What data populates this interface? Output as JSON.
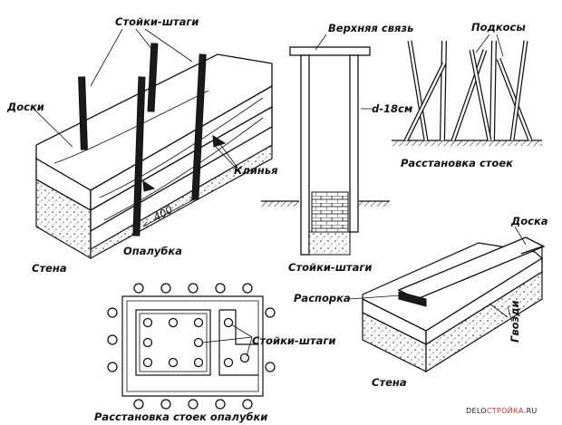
{
  "labels": {
    "stoiki_top": "Стойки-штаги",
    "doski_left": "Доски",
    "klinya": "Клинья",
    "dim_400": "400",
    "opalubka": "Опалубка",
    "stena_left": "Стена",
    "verkhnyaya_svyaz": "Верхняя связь",
    "d18": "d-18см",
    "stoiki_mid": "Стойки-штаги",
    "podkosy": "Подкосы",
    "rasstanovka_stoek": "Расстановка стоек",
    "doska_right": "Доска",
    "rasporka": "Распорка",
    "gvozdi": "Гвозди",
    "stena_right": "Стена",
    "stoiki_bottom": "Стойки-штаги",
    "rasstanovka_opalubki": "Расстановка стоек опалубки"
  },
  "watermark": {
    "part1": "DELO",
    "part2": "СТРОЙКА",
    "part3": ".RU"
  }
}
